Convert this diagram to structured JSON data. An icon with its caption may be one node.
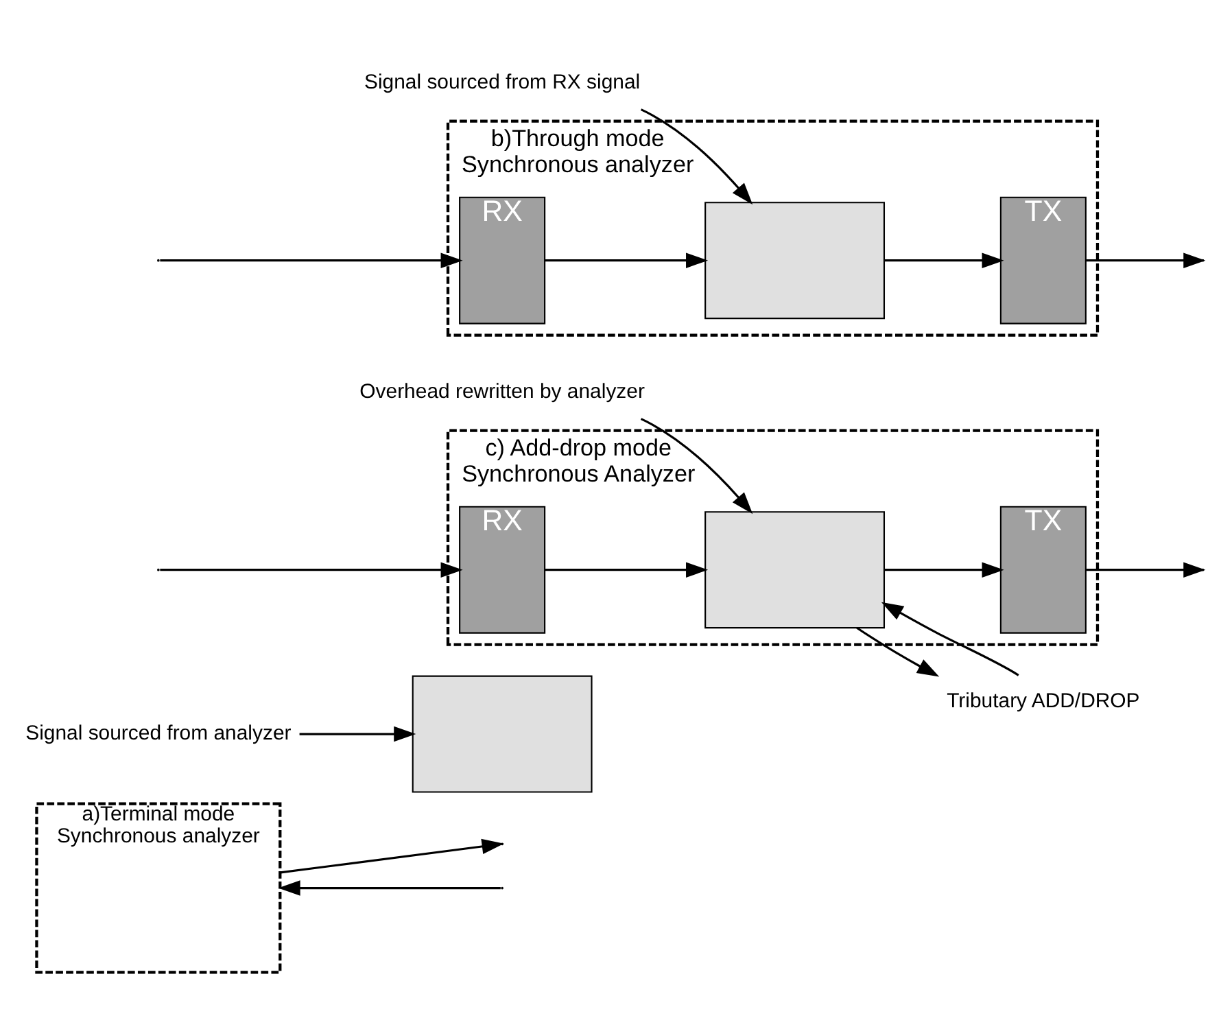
{
  "diagram": {
    "nodes": [
      {
        "text": [
          "a)Terminal mode",
          "Synchronous analyzer"
        ]
      },
      {
        "text": [],
        "shape": "box"
      },
      {
        "text": [
          "Signal sourced from analyzer"
        ]
      },
      {
        "text": [
          "c) Add-drop mode",
          "Synchronous Analyzer"
        ]
      },
      {
        "text": [
          "RX"
        ],
        "in": 3
      },
      {
        "text": [],
        "shape": "box",
        "in": 3
      },
      {
        "text": [
          "TX"
        ],
        "in": 3
      },
      {
        "text": [
          "Overhead rewritten by analyzer"
        ]
      },
      {
        "text": [
          "Tributary ADD/DROP"
        ]
      },
      {
        "text": [
          "b)Through mode",
          "Synchronous analyzer"
        ]
      },
      {
        "text": [
          "RX"
        ],
        "in": 9
      },
      {
        "text": [],
        "shape": "box",
        "in": 9
      },
      {
        "text": [
          "TX"
        ],
        "in": 9
      },
      {
        "text": [
          "Signal sourced from RX signal"
        ]
      }
    ],
    "edges": [
      {
        "from": 0,
        "to": null,
        "arrow": "to"
      },
      {
        "from": null,
        "to": 0,
        "arrow": "to"
      },
      {
        "from": 2,
        "to": 1,
        "arrow": "to"
      },
      {
        "from": null,
        "to": 4,
        "arrow": "to"
      },
      {
        "from": 4,
        "to": 5,
        "arrow": "to"
      },
      {
        "from": 5,
        "to": 6,
        "arrow": "to"
      },
      {
        "from": 6,
        "to": null,
        "arrow": "to"
      },
      {
        "from": 7,
        "to": 5,
        "arrow": "to"
      },
      {
        "from": 5,
        "to": 8,
        "arrow": "to"
      },
      {
        "from": 8,
        "to": 5,
        "arrow": "to"
      },
      {
        "from": null,
        "to": 10,
        "arrow": "to"
      },
      {
        "from": 10,
        "to": 11,
        "arrow": "to"
      },
      {
        "from": 11,
        "to": 12,
        "arrow": "to"
      },
      {
        "from": 12,
        "to": null,
        "arrow": "to"
      },
      {
        "from": 13,
        "to": 11,
        "arrow": "to"
      }
    ]
  }
}
